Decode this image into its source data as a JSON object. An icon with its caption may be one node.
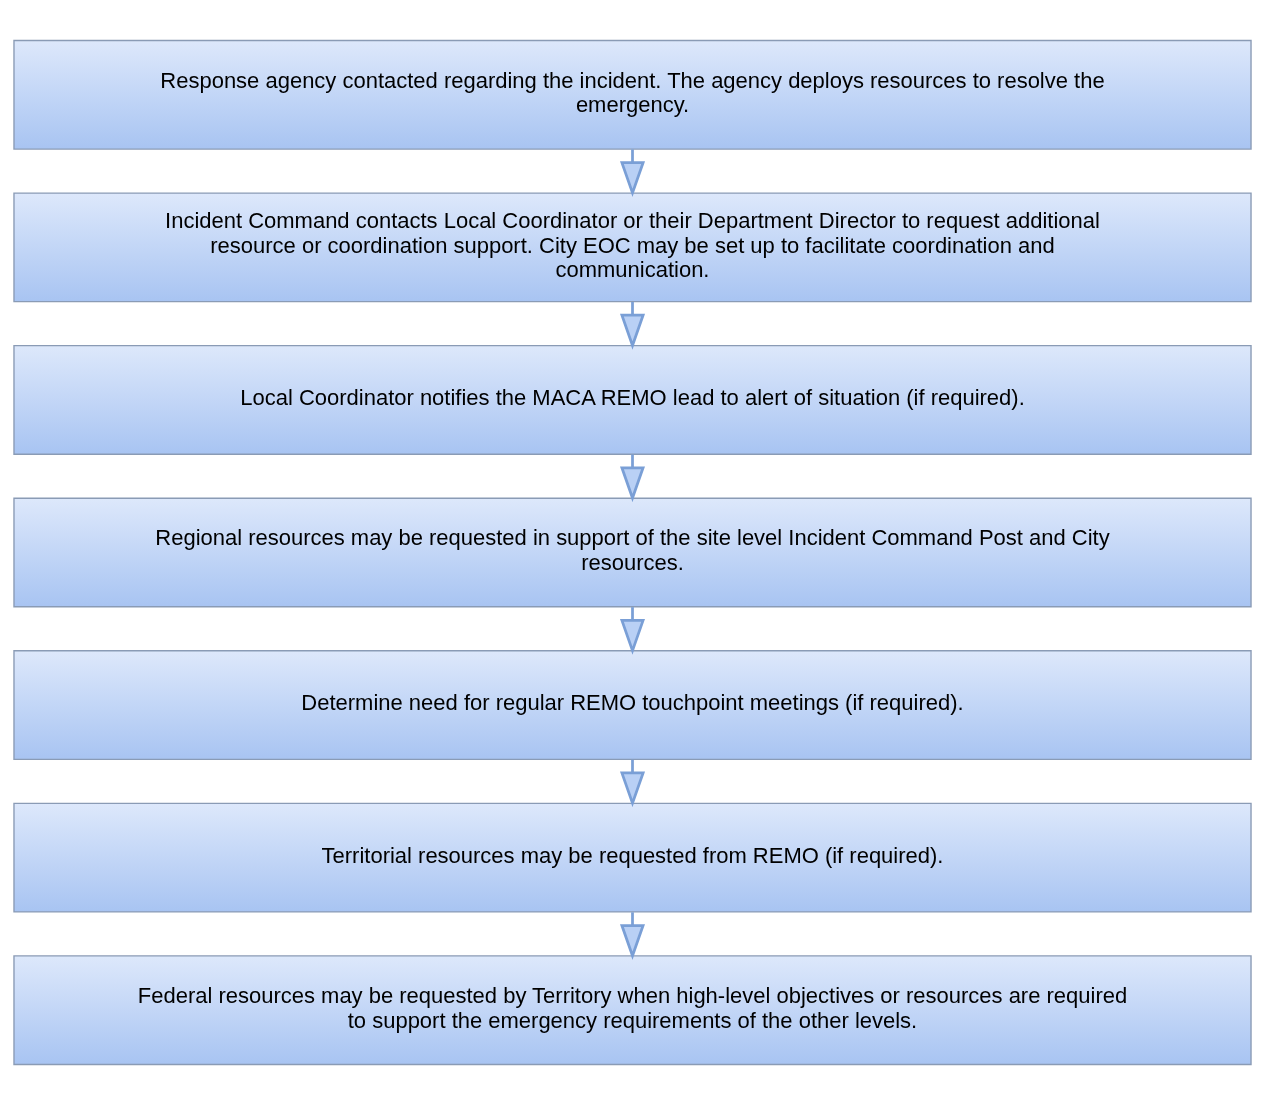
{
  "diagram": {
    "nodes": [
      {
        "text": [
          "Response agency contacted regarding the incident. The agency deploys resources to resolve the emergency."
        ]
      },
      {
        "text": [
          "Incident Command contacts Local Coordinator or their Department Director to request additional resource or coordination support. City EOC may be set up to facilitate coordination and communication."
        ]
      },
      {
        "text": [
          "Local Coordinator notifies the MACA REMO lead to alert of situation (if required)."
        ]
      },
      {
        "text": [
          "Regional resources may be requested in support of the site level Incident Command Post and City resources."
        ]
      },
      {
        "text": [
          "Determine need for regular REMO touchpoint meetings (if required)."
        ]
      },
      {
        "text": [
          "Territorial resources may be requested from REMO (if required)."
        ]
      },
      {
        "text": [
          "Federal resources may be requested by Territory when high-level objectives or resources are required to support the emergency requirements of the other levels."
        ]
      }
    ],
    "edges": [
      {
        "from": 0,
        "to": 1,
        "arrow": "to"
      },
      {
        "from": 1,
        "to": 2,
        "arrow": "to"
      },
      {
        "from": 2,
        "to": 3,
        "arrow": "to"
      },
      {
        "from": 3,
        "to": 4,
        "arrow": "to"
      },
      {
        "from": 4,
        "to": 5,
        "arrow": "to"
      },
      {
        "from": 5,
        "to": 6,
        "arrow": "to"
      }
    ]
  }
}
